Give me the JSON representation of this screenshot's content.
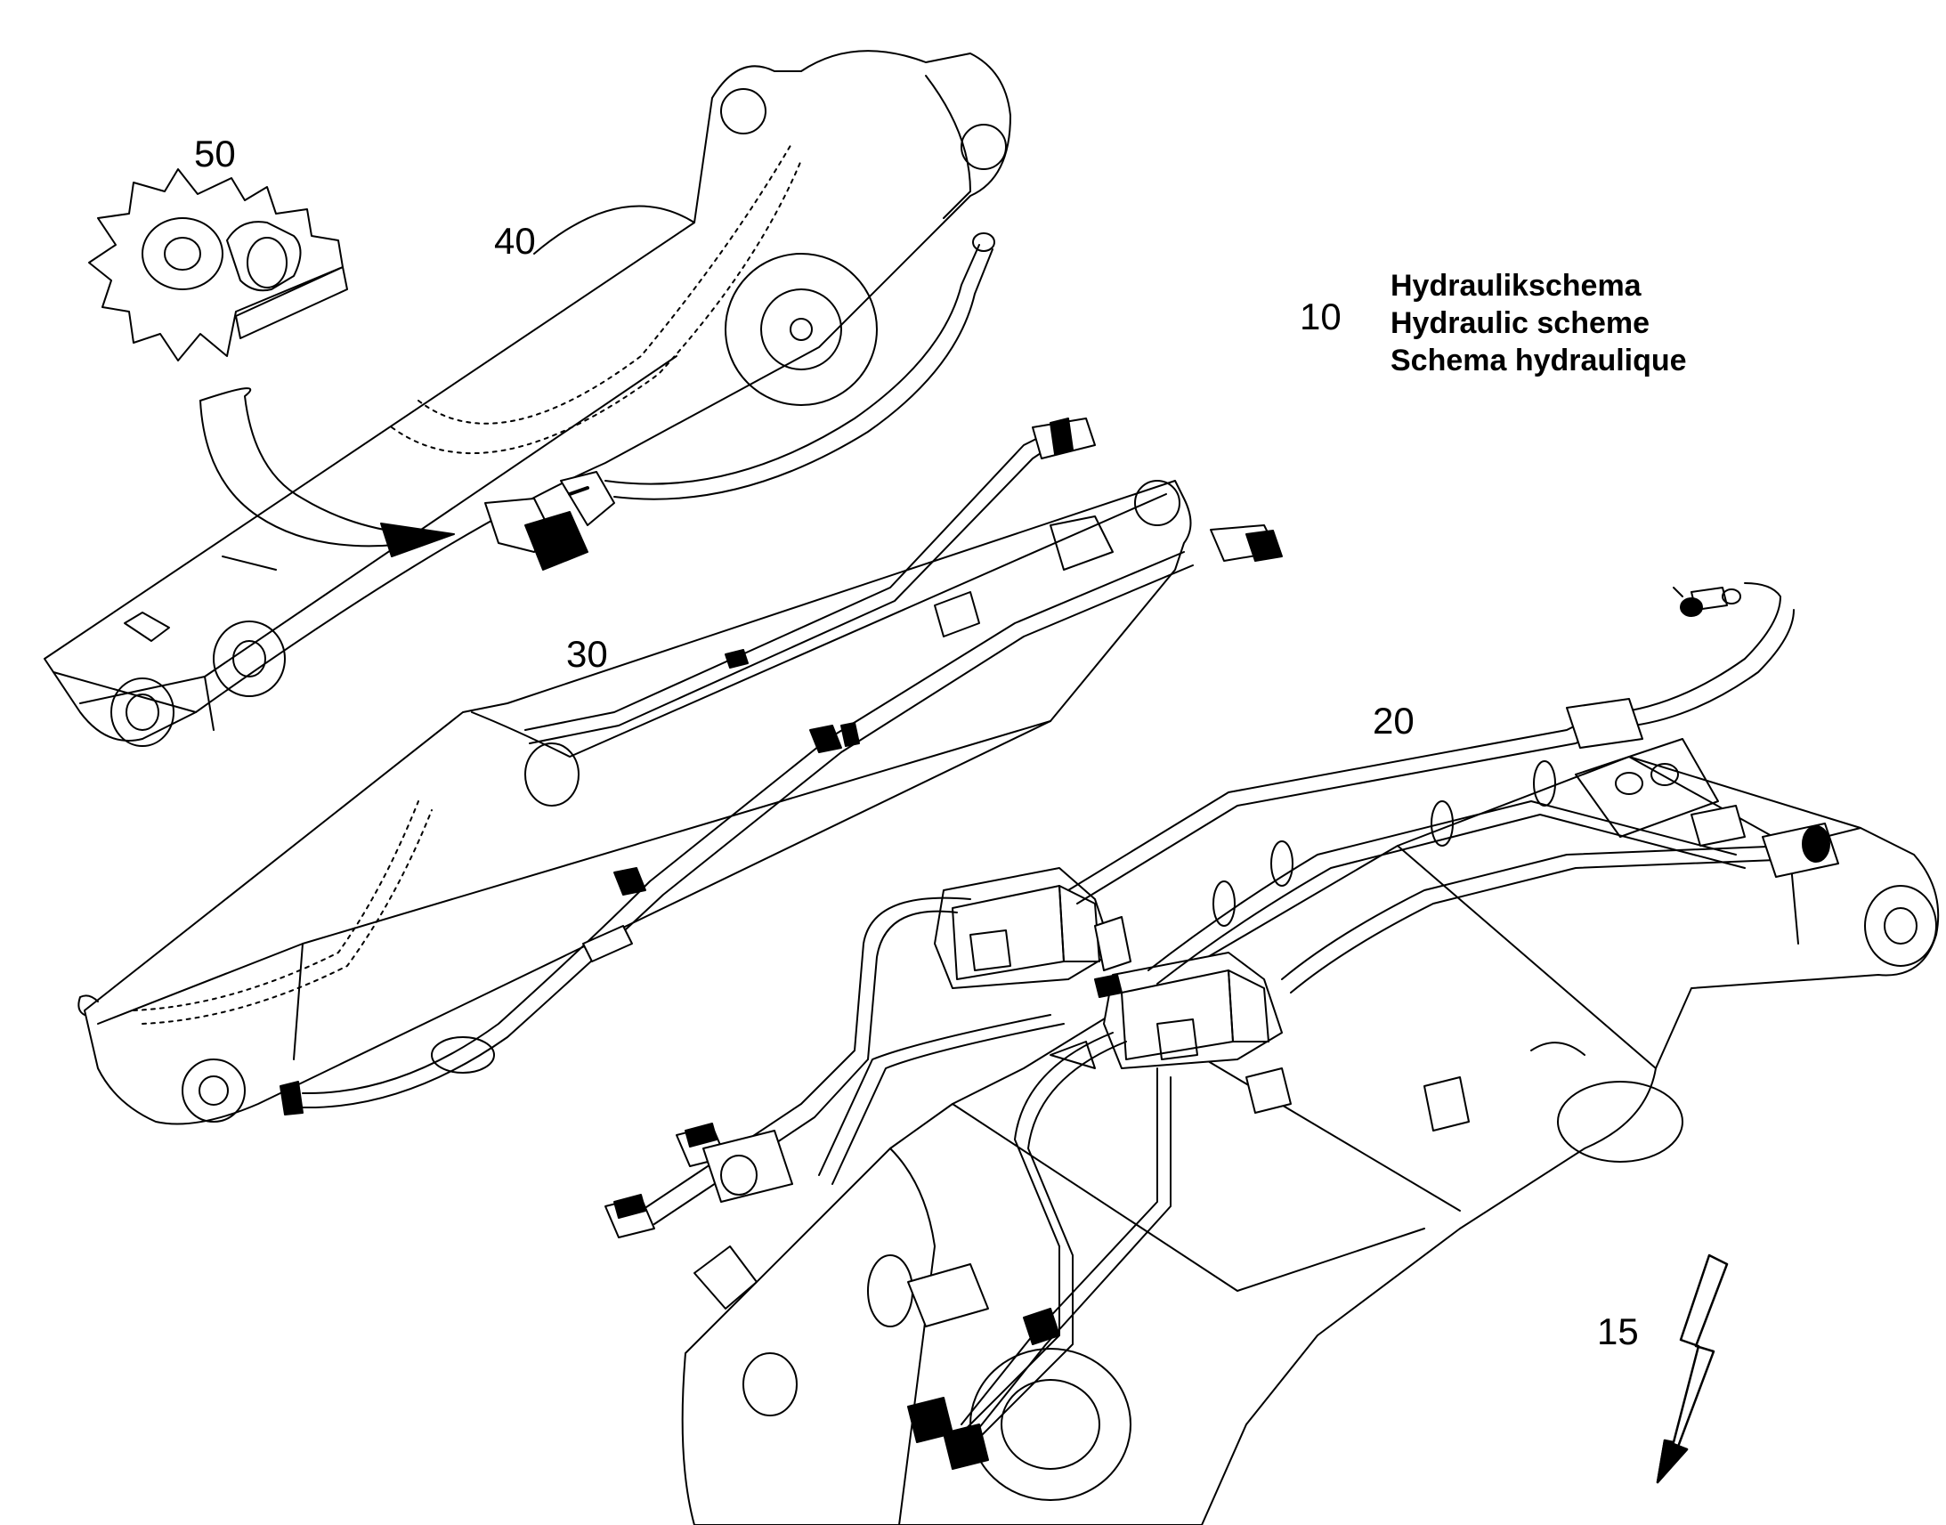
{
  "callouts": {
    "item_50": "50",
    "item_40": "40",
    "item_10": "10",
    "item_30": "30",
    "item_20": "20",
    "item_15": "15"
  },
  "legend": {
    "de": "Hydraulikschema",
    "en": "Hydraulic scheme",
    "fr": "Schema hydraulique"
  },
  "colors": {
    "line": "#000000",
    "background": "#ffffff",
    "arrow_fill": "#000000"
  }
}
